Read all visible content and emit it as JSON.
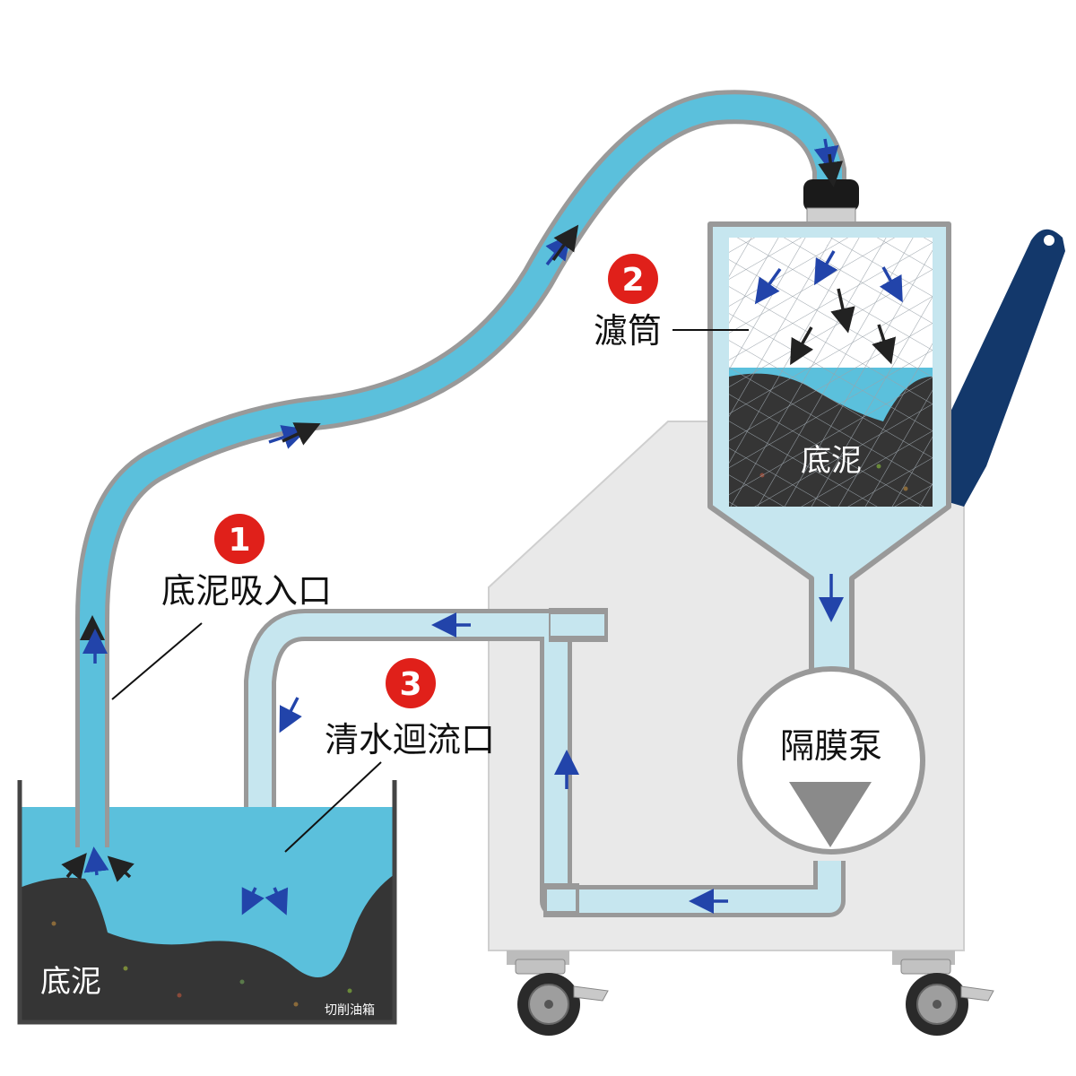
{
  "labels": {
    "inlet": "底泥吸入口",
    "filter": "濾筒",
    "return": "清水迴流口",
    "pump": "隔膜泵",
    "sludge_tank": "底泥",
    "sludge_filter": "底泥",
    "tank_name": "切削油箱"
  },
  "badges": [
    "1",
    "2",
    "3"
  ],
  "colors": {
    "water": "#5bc0dc",
    "clean_water": "#c6e6ef",
    "sludge": "#353535",
    "pipe_gray": "#999999",
    "badge_red": "#e0201a",
    "arrow_blue": "#2244aa",
    "handle_navy": "#13386b",
    "cabinet": "#e9e9e9"
  }
}
